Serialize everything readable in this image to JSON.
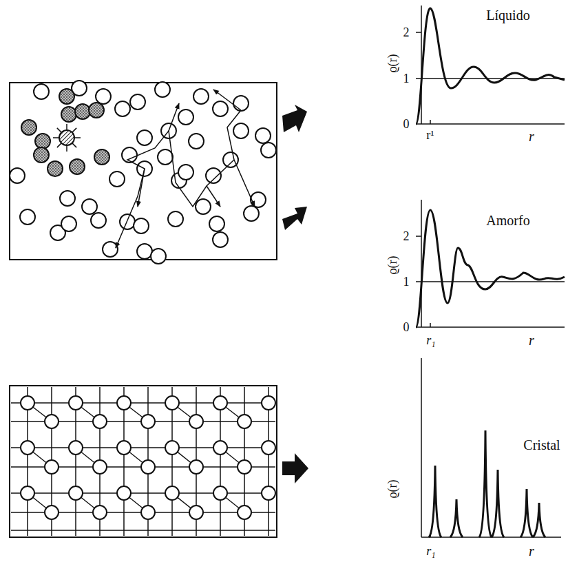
{
  "diagram": {
    "labels": [
      "Líquido",
      "2",
      "1",
      "0",
      "ϱ(r)",
      "r¹",
      "r",
      "Amorfo",
      "2",
      "1",
      "0",
      "ϱ(r)",
      "r₁",
      "r",
      "Cristal",
      "ϱ(r)",
      "r₁",
      "r"
    ]
  }
}
